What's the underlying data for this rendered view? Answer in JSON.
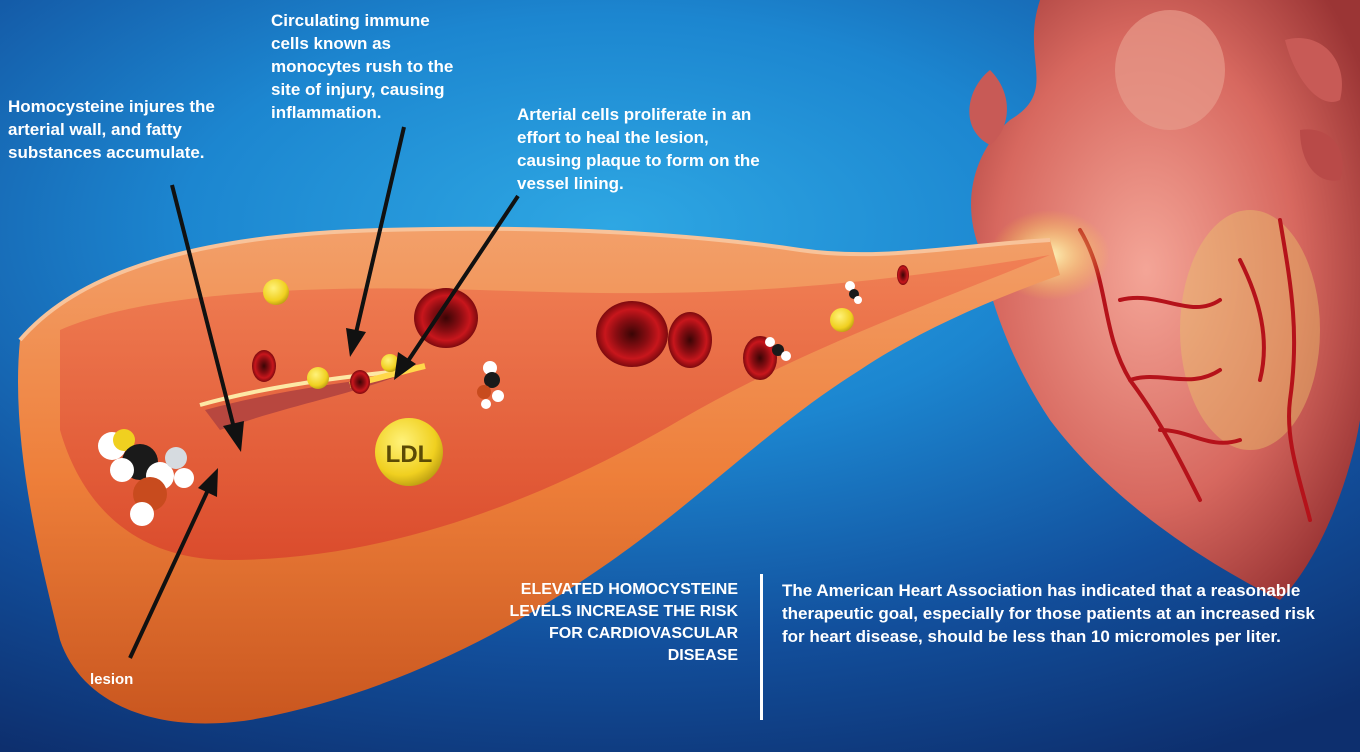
{
  "labels": {
    "homocysteine": "Homocysteine injures the arterial wall, and fatty substances accumulate.",
    "monocytes": "Circulating immune cells known as monocytes rush to the site of injury, causing inflammation.",
    "arterial": "Arterial cells proliferate in an effort to heal the lesion, causing plaque to form on the vessel lining.",
    "lesion": "lesion",
    "ldl": "LDL"
  },
  "callout": {
    "headline": "ELEVATED HOMOCYSTEINE LEVELS INCREASE THE RISK FOR CARDIOVASCULAR DISEASE",
    "note": "The American Heart Association has indicated that a reasonable therapeutic goal, especially for those patients at an increased risk for heart disease, should be less than 10 micromoles per liter."
  },
  "colors": {
    "background": "#1c86d0",
    "vessel": "#f08a3c",
    "lumen": "#e3533a",
    "blood_cell": "#b3141a",
    "heart": "#d9736c",
    "ldl": "#f2d52a",
    "text": "#ffffff"
  }
}
